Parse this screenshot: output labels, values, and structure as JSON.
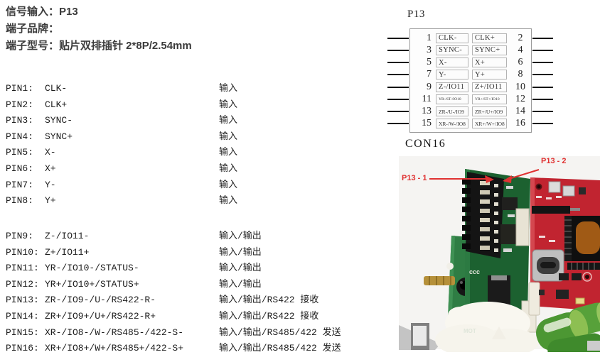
{
  "header": {
    "lines": [
      "信号输入：P13",
      "端子品牌：",
      "端子型号：贴片双排插针 2*8P/2.54mm"
    ]
  },
  "pins_upper": [
    {
      "label": "PIN1:",
      "signal": "CLK-",
      "io": "输入"
    },
    {
      "label": "PIN2:",
      "signal": "CLK+",
      "io": "输入"
    },
    {
      "label": "PIN3:",
      "signal": "SYNC-",
      "io": "输入"
    },
    {
      "label": "PIN4:",
      "signal": "SYNC+",
      "io": "输入"
    },
    {
      "label": "PIN5:",
      "signal": "X-",
      "io": "输入"
    },
    {
      "label": "PIN6:",
      "signal": "X+",
      "io": "输入"
    },
    {
      "label": "PIN7:",
      "signal": "Y-",
      "io": "输入"
    },
    {
      "label": "PIN8:",
      "signal": "Y+",
      "io": "输入"
    }
  ],
  "pins_lower": [
    {
      "label": "PIN9:",
      "signal": "Z-/IO11-",
      "io": "输入/输出"
    },
    {
      "label": "PIN10:",
      "signal": "Z+/IO11+",
      "io": "输入/输出"
    },
    {
      "label": "PIN11:",
      "signal": "YR-/IO10-/STATUS-",
      "io": "输入/输出"
    },
    {
      "label": "PIN12:",
      "signal": "YR+/IO10+/STATUS+",
      "io": "输入/输出"
    },
    {
      "label": "PIN13:",
      "signal": "ZR-/IO9-/U-/RS422-R-",
      "io": "输入/输出/RS422 接收"
    },
    {
      "label": "PIN14:",
      "signal": "ZR+/IO9+/U+/RS422-R+",
      "io": "输入/输出/RS422 接收"
    },
    {
      "label": "PIN15:",
      "signal": "XR-/IO8-/W-/RS485-/422-S-",
      "io": "输入/输出/RS485/422 发送"
    },
    {
      "label": "PIN16:",
      "signal": "XR+/IO8+/W+/RS485+/422-S+",
      "io": "输入/输出/RS485/422 发送"
    }
  ],
  "connector_diagram": {
    "title": "P13",
    "footer": "CON16",
    "rows": [
      {
        "left_pin": "1",
        "left_label": "CLK-",
        "right_label": "CLK+",
        "right_pin": "2"
      },
      {
        "left_pin": "3",
        "left_label": "SYNC-",
        "right_label": "SYNC+",
        "right_pin": "4"
      },
      {
        "left_pin": "5",
        "left_label": "X-",
        "right_label": "X+",
        "right_pin": "6"
      },
      {
        "left_pin": "7",
        "left_label": "Y-",
        "right_label": "Y+",
        "right_pin": "8"
      },
      {
        "left_pin": "9",
        "left_label": "Z-/IO11",
        "right_label": "Z+/IO11",
        "right_pin": "10"
      },
      {
        "left_pin": "11",
        "left_label": "YR-/ST-/IO10",
        "right_label": "YR+/ST+/IO10",
        "right_pin": "12"
      },
      {
        "left_pin": "13",
        "left_label": "ZR-/U-/IO9",
        "right_label": "ZR+/U+/IO9",
        "right_pin": "14"
      },
      {
        "left_pin": "15",
        "left_label": "XR-/W-/IO8",
        "right_label": "XR+/W+/IO8",
        "right_pin": "16"
      }
    ]
  },
  "photo": {
    "label_1": "P13 - 1",
    "label_2": "P13 - 2",
    "silkscreen_mot": "MOT",
    "silkscreen_ccc": "ccc",
    "colors": {
      "annotation_red": "#e03232",
      "board_red": "#c12430",
      "board_green_dark": "#1c6130",
      "board_green_light": "#2f7d44",
      "capacitor_green": "#4c9733"
    }
  }
}
